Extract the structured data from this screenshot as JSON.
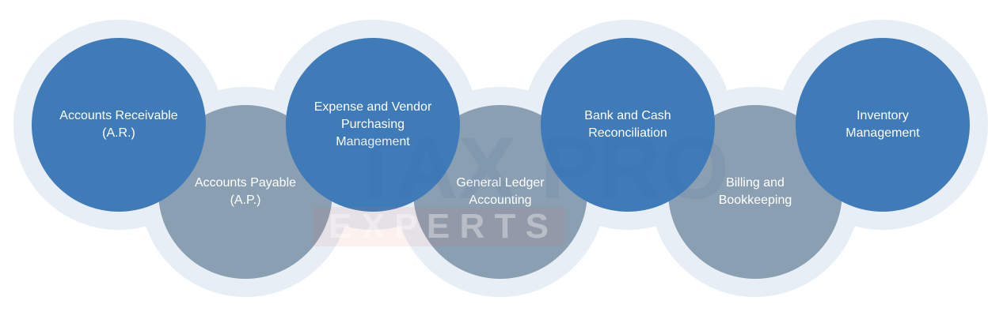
{
  "items": [
    {
      "label": "Accounts Receivable (A.R.)",
      "tone": "blue"
    },
    {
      "label": "Accounts Payable (A.P.)",
      "tone": "gray"
    },
    {
      "label": "Expense and Vendor Purchasing Management",
      "tone": "blue"
    },
    {
      "label": "General Ledger Accounting",
      "tone": "gray"
    },
    {
      "label": "Bank and Cash Reconciliation",
      "tone": "blue"
    },
    {
      "label": "Billing and Bookkeeping",
      "tone": "gray"
    },
    {
      "label": "Inventory Management",
      "tone": "blue"
    }
  ],
  "watermark": {
    "line1": "TAX PRO",
    "line2": "E X P E R T S"
  },
  "colors": {
    "blue": "#3f7bb9",
    "gray": "#8a9fb1",
    "halo": "#e7eef6"
  }
}
